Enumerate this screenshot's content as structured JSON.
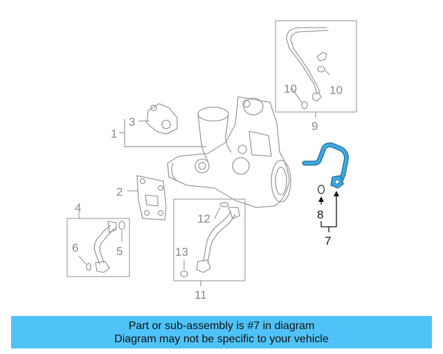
{
  "labels": {
    "l1": "1",
    "l2": "2",
    "l3": "3",
    "l4": "4",
    "l5": "5",
    "l6": "6",
    "l7": "7",
    "l8": "8",
    "l9": "9",
    "l10a": "10",
    "l10b": "10",
    "l11": "11",
    "l12": "12",
    "l13": "13"
  },
  "highlight_part": "7",
  "colors": {
    "banner": "#4fc3f7",
    "highlight": "#3da9e0",
    "line_art": "#9a9a9a"
  },
  "banner": {
    "line1": "Part or sub-assembly is #7 in diagram",
    "line2": "Diagram may not be specific to your vehicle"
  }
}
